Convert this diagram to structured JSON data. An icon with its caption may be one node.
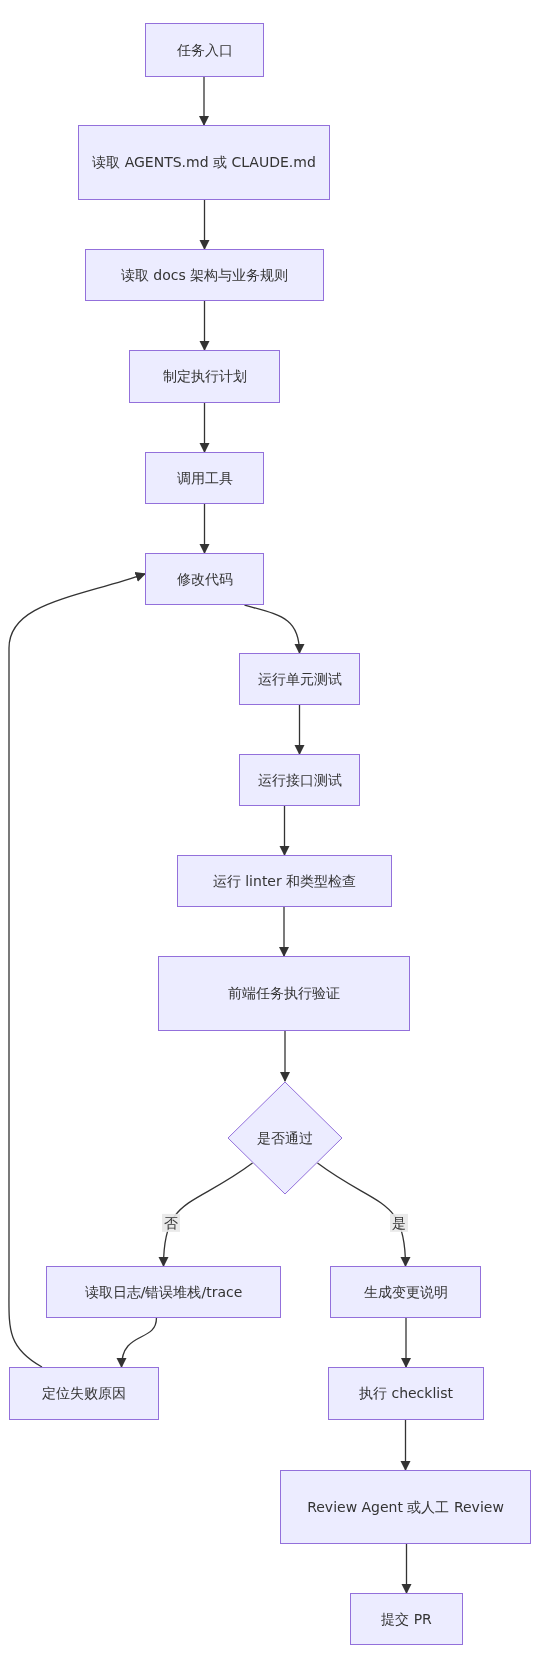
{
  "diagram": {
    "nodes": [
      {
        "text": [
          "任务入口"
        ]
      },
      {
        "text": [
          "读取 AGENTS.md 或 CLAUDE.md"
        ]
      },
      {
        "text": [
          "读取 docs 架构与业务规则"
        ]
      },
      {
        "text": [
          "制定执行计划"
        ]
      },
      {
        "text": [
          "调用工具"
        ]
      },
      {
        "text": [
          "修改代码"
        ]
      },
      {
        "text": [
          "运行单元测试"
        ]
      },
      {
        "text": [
          "运行接口测试"
        ]
      },
      {
        "text": [
          "运行 linter 和类型检查"
        ]
      },
      {
        "text": [
          "前端任务执行验证"
        ]
      },
      {
        "text": [
          "是否通过"
        ]
      },
      {
        "text": [
          "读取日志/错误堆栈/trace"
        ]
      },
      {
        "text": [
          "生成变更说明"
        ]
      },
      {
        "text": [
          "定位失败原因"
        ]
      },
      {
        "text": [
          "执行 checklist"
        ]
      },
      {
        "text": [
          "Review Agent 或人工 Review"
        ]
      },
      {
        "text": [
          "提交 PR"
        ]
      }
    ],
    "edges": [
      {
        "from": 0,
        "to": 1,
        "arrow": "to"
      },
      {
        "from": 1,
        "to": 2,
        "arrow": "to"
      },
      {
        "from": 2,
        "to": 3,
        "arrow": "to"
      },
      {
        "from": 3,
        "to": 4,
        "arrow": "to"
      },
      {
        "from": 4,
        "to": 5,
        "arrow": "to"
      },
      {
        "from": 5,
        "to": 6,
        "arrow": "to"
      },
      {
        "from": 6,
        "to": 7,
        "arrow": "to"
      },
      {
        "from": 7,
        "to": 8,
        "arrow": "to"
      },
      {
        "from": 8,
        "to": 9,
        "arrow": "to"
      },
      {
        "from": 9,
        "to": 10,
        "arrow": "to"
      },
      {
        "from": 10,
        "to": 11,
        "arrow": "to",
        "label": "否"
      },
      {
        "from": 10,
        "to": 12,
        "arrow": "to",
        "label": "是"
      },
      {
        "from": 11,
        "to": 13,
        "arrow": "to"
      },
      {
        "from": 13,
        "to": 5,
        "arrow": "to"
      },
      {
        "from": 12,
        "to": 14,
        "arrow": "to"
      },
      {
        "from": 14,
        "to": 15,
        "arrow": "to"
      },
      {
        "from": 15,
        "to": 16,
        "arrow": "to"
      }
    ]
  }
}
